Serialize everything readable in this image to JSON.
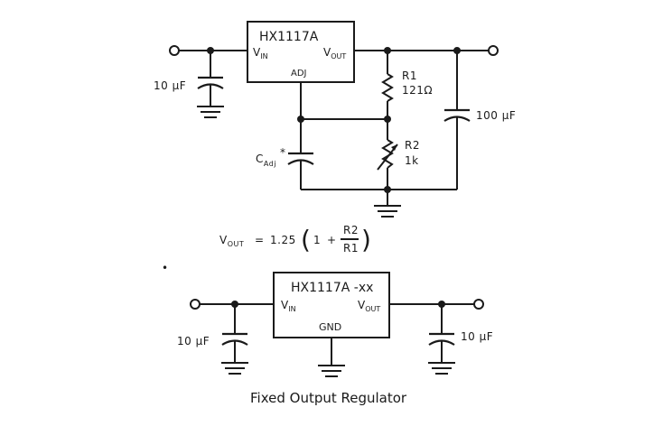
{
  "adjustable": {
    "ic_name": "HX1117A",
    "vin": "V",
    "vin_sub": "IN",
    "vout": "V",
    "vout_sub": "OUT",
    "adj": "ADJ",
    "c_in": "10 μF",
    "r1_name": "R1",
    "r1_value": "121Ω",
    "r2_name": "R2",
    "r2_value": "1k",
    "c_out": "100 μF",
    "c_adj": "C",
    "c_adj_sub": "Adj",
    "c_adj_mark": "*",
    "formula": {
      "lhs": "V",
      "lhs_sub": "OUT",
      "eq": "=",
      "coef": "1.25",
      "one": "1",
      "plus": "+",
      "num": "R2",
      "den": "R1",
      "lparen": "(",
      "rparen": ")"
    }
  },
  "fixed": {
    "ic_name": "HX1117A -xx",
    "vin": "V",
    "vin_sub": "IN",
    "vout": "V",
    "vout_sub": "OUT",
    "gnd": "GND",
    "c_in": "10 μF",
    "c_out": "10 μF",
    "stray_mark": "•",
    "title": "Fixed Output Regulator"
  }
}
